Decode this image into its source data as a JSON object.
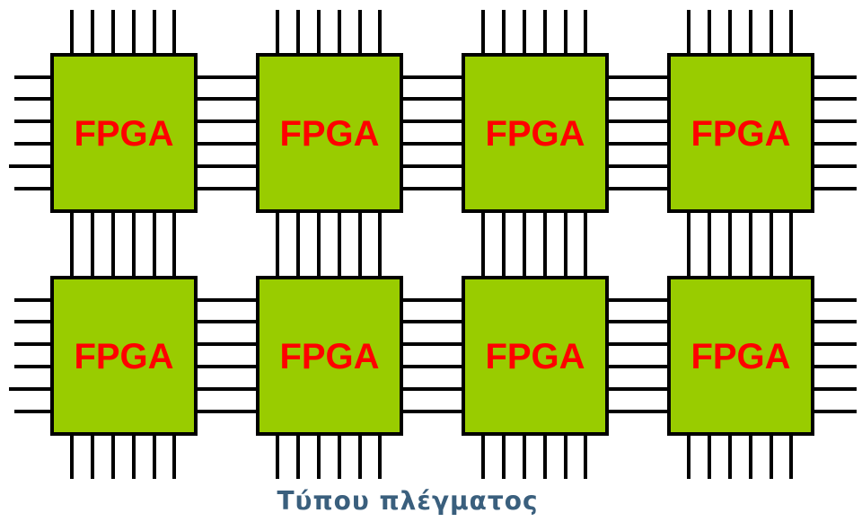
{
  "colors": {
    "chip_fill": "#99cc00",
    "chip_border": "#000000",
    "pin": "#000000",
    "label": "#ff0000",
    "caption": "#3a5f7d"
  },
  "diagram": {
    "chips": [
      {
        "label": "FPGA"
      },
      {
        "label": "FPGA"
      },
      {
        "label": "FPGA"
      },
      {
        "label": "FPGA"
      },
      {
        "label": "FPGA"
      },
      {
        "label": "FPGA"
      },
      {
        "label": "FPGA"
      },
      {
        "label": "FPGA"
      }
    ],
    "caption": "Τύπου πλέγματος"
  }
}
